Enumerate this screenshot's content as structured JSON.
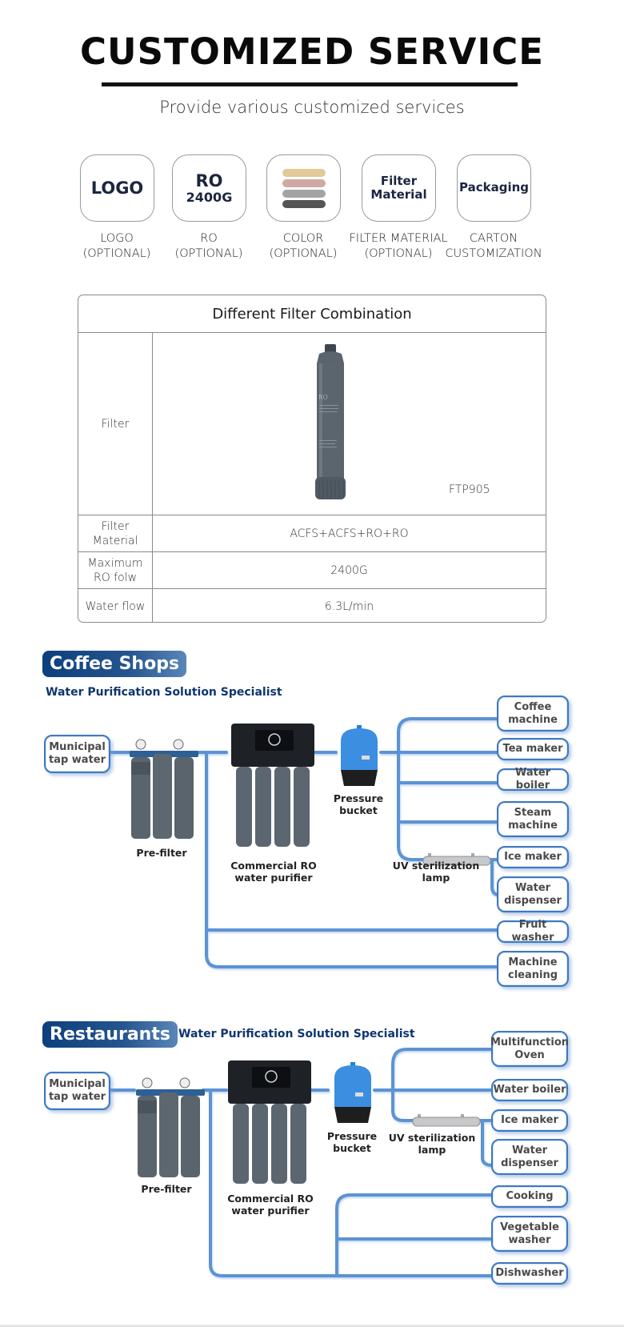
{
  "header": {
    "title": "CUSTOMIZED SERVICE",
    "subtitle": "Provide various customized services"
  },
  "services": [
    {
      "tile_lines": [
        "LOGO"
      ],
      "caption": [
        "LOGO",
        "(OPTIONAL)"
      ]
    },
    {
      "tile_lines": [
        "RO",
        "2400G"
      ],
      "caption": [
        "RO",
        "(OPTIONAL)"
      ]
    },
    {
      "tile_colors": [
        "#e2c99a",
        "#cfa8a3",
        "#a3a3a3",
        "#555555"
      ],
      "caption": [
        "COLOR",
        "(OPTIONAL)"
      ]
    },
    {
      "tile_lines": [
        "Filter",
        "Material"
      ],
      "caption": [
        "FILTER MATERIAL",
        "(OPTIONAL)"
      ]
    },
    {
      "tile_lines": [
        "Packaging"
      ],
      "caption": [
        "CARTON",
        "CUSTOMIZATION"
      ]
    }
  ],
  "filter_table": {
    "title": "Different Filter Combination",
    "rows": [
      {
        "label": "Filter",
        "value": "",
        "image": "ro-filter-cartridge",
        "cartridge_label": "RO",
        "model": "FTP905"
      },
      {
        "label": "Filter Material",
        "value": "ACFS+ACFS+RO+RO"
      },
      {
        "label": "Maximum RO folw",
        "value": "2400G"
      },
      {
        "label": "Water flow",
        "value": "6.3L/min"
      }
    ]
  },
  "coffee_shops": {
    "badge": "Coffee Shops",
    "tagline": "Water Purification Solution Specialist",
    "source": "Municipal tap water",
    "components": {
      "prefilter": "Pre-filter",
      "purifier": "Commercial RO water purifier",
      "bucket": "Pressure bucket",
      "uv": "UV sterilization lamp"
    },
    "outputs": [
      "Coffee machine",
      "Tea maker",
      "Water boiler",
      "Steam machine",
      "Ice maker",
      "Water dispenser",
      "Fruit washer",
      "Machine cleaning"
    ]
  },
  "restaurants": {
    "badge": "Restaurants",
    "tagline": "Water Purification Solution Specialist",
    "source": "Municipal tap water",
    "components": {
      "prefilter": "Pre-filter",
      "purifier": "Commercial RO water purifier",
      "bucket": "Pressure bucket",
      "uv": "UV sterilization lamp"
    },
    "outputs": [
      "Multifunction Oven",
      "Water boiler",
      "Ice maker",
      "Water dispenser",
      "Cooking",
      "Vegetable washer",
      "Dishwasher"
    ]
  },
  "colors": {
    "accent": "#0c3f7c",
    "pipe": "#5b93d3",
    "box_border": "#3f78c0"
  }
}
